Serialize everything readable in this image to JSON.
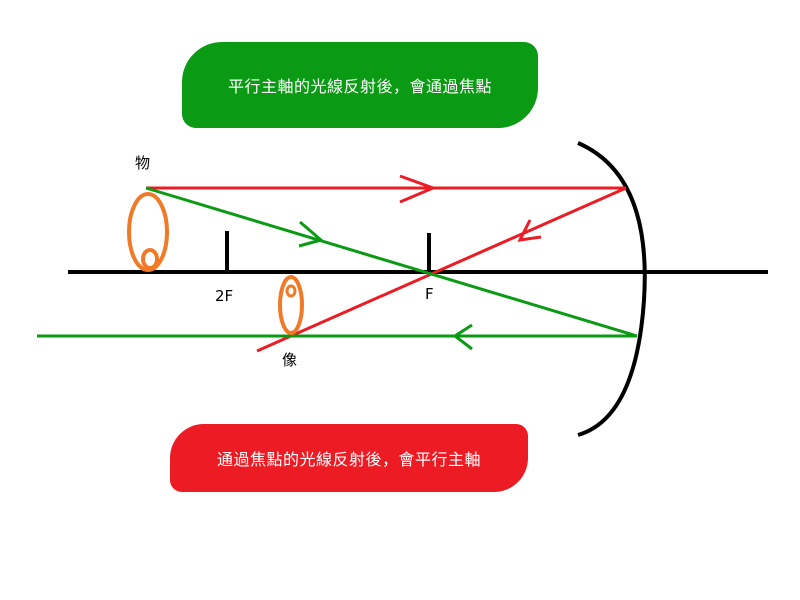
{
  "banners": {
    "top_text": "平行主軸的光線反射後，會通過焦點",
    "bottom_text": "通過焦點的光線反射後，會平行主軸"
  },
  "labels": {
    "object": "物",
    "image": "像",
    "two_f": "2F",
    "f": "F"
  },
  "colors": {
    "green": "#0a9a14",
    "red": "#ed1c24",
    "orange": "#f07a28",
    "black": "#000000"
  }
}
